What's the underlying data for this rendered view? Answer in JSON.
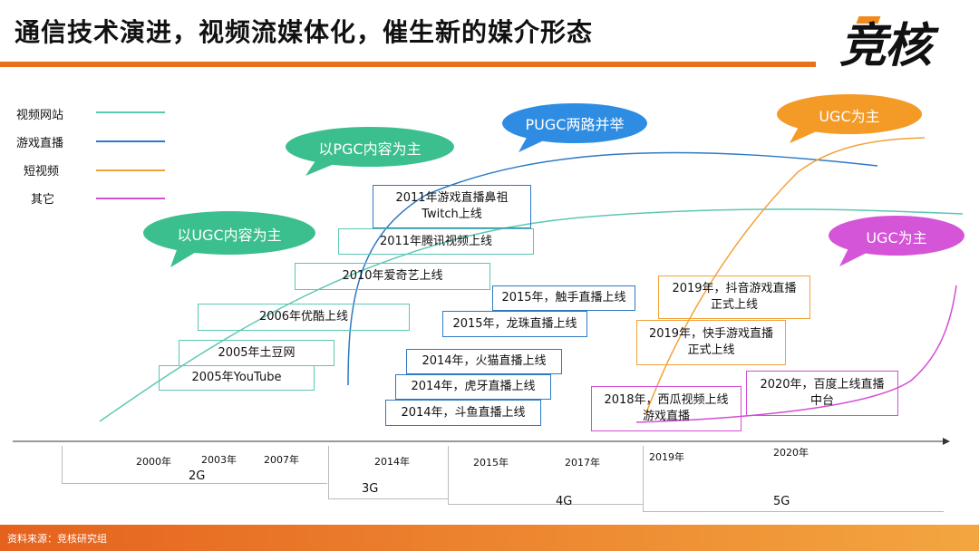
{
  "header": {
    "title": "通信技术演进，视频流媒体化，催生新的媒介形态",
    "logo": "竞核"
  },
  "legend": [
    {
      "label": "视频网站",
      "color": "#5cc7b2"
    },
    {
      "label": "游戏直播",
      "color": "#2e79c4"
    },
    {
      "label": "短视频",
      "color": "#f2a23a"
    },
    {
      "label": "其它",
      "color": "#d44ed6"
    }
  ],
  "bubbles": {
    "ugc_content": "以UGC内容为主",
    "pgc_content": "以PGC内容为主",
    "pugc": "PUGC两路并举",
    "ugc_orange": "UGC为主",
    "ugc_magenta": "UGC为主"
  },
  "events": {
    "youtube": "2005年YouTube",
    "tudou": "2005年土豆网",
    "youku": "2006年优酷上线",
    "iqiyi": "2010年爱奇艺上线",
    "tencent": "2011年腾讯视频上线",
    "twitch": "2011年游戏直播鼻祖\nTwitch上线",
    "chushou": "2015年，触手直播上线",
    "longzhu": "2015年，龙珠直播上线",
    "huomao": "2014年，火猫直播上线",
    "huya": "2014年，虎牙直播上线",
    "douyu": "2014年，斗鱼直播上线",
    "douyin_game": "2019年，抖音游戏直播\n正式上线",
    "kuaishou_game": "2019年，快手游戏直播\n正式上线",
    "xigua": "2018年，西瓜视频上线\n游戏直播",
    "baidu": "2020年，百度上线直播\n中台"
  },
  "timeline": {
    "years": [
      "2000年",
      "2003年",
      "2007年",
      "2014年",
      "2015年",
      "2017年",
      "2019年",
      "2020年"
    ],
    "generations": [
      "2G",
      "3G",
      "4G",
      "5G"
    ]
  },
  "footer": {
    "source": "资料来源：竞核研究组"
  }
}
